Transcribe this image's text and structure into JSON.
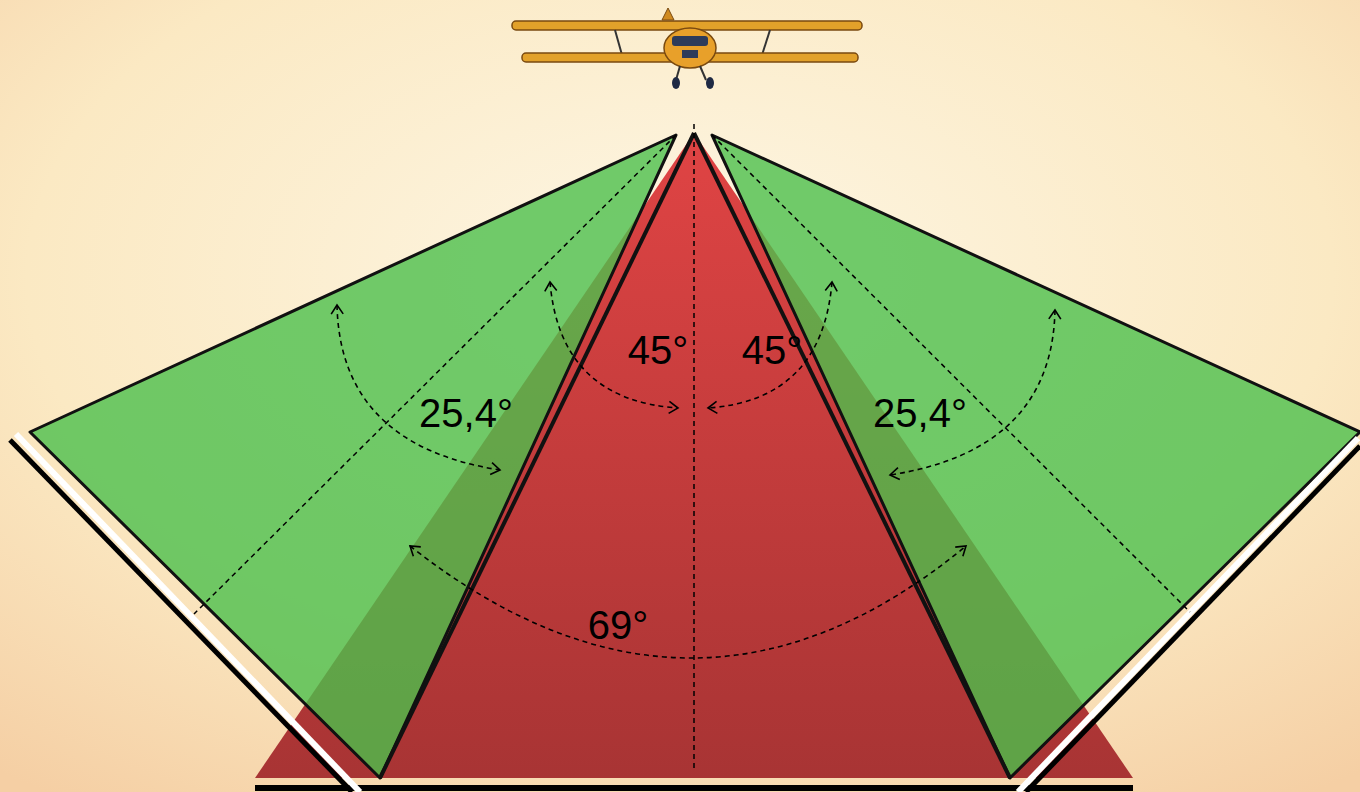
{
  "diagram": {
    "labels": [
      "45°",
      "45°",
      "25,4°",
      "25,4°",
      "69°"
    ]
  }
}
